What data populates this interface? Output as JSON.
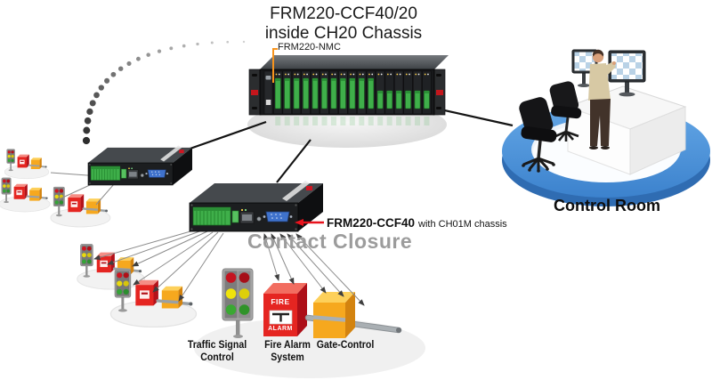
{
  "diagram": {
    "title_line1": "FRM220-CCF40/20",
    "title_line2": "inside CH20 Chassis",
    "nmc_label": "FRM220-NMC",
    "converter_label_bold": "FRM220-CCF40",
    "converter_label_suffix": "with CH01M chassis",
    "contact_closure_label": "Contact Closure",
    "control_room_label": "Control Room",
    "endpoint_labels": {
      "traffic_line1": "Traffic Signal",
      "traffic_line2": "Control",
      "fire_line1": "Fire Alarm",
      "fire_line2": "System",
      "gate": "Gate-Control"
    },
    "fire_alarm_box": {
      "top_text": "FIRE",
      "bottom_text": "ALARM"
    }
  },
  "icons": {
    "rack_chassis": "rack-chassis-icon",
    "management_card": "nmc-card-icon",
    "media_converter": "media-converter-icon",
    "traffic_light": "traffic-light-icon",
    "fire_alarm": "fire-alarm-icon",
    "gate_control": "gate-control-icon",
    "control_room": "control-room-platform-icon",
    "monitor": "monitor-icon",
    "office_chair": "office-chair-icon",
    "operator": "operator-person-icon"
  },
  "colors": {
    "accent_orange_pointer": "#F7941D",
    "pointer_red": "#E8131D",
    "platform_blue": "#4E96DD",
    "fire_red": "#E52521",
    "gate_orange": "#F6A81E",
    "terminal_green": "#3FAF4A",
    "muted_gray_text": "#9C9C9C",
    "line_black": "#141414",
    "contact_line_gray": "#8C8C8C"
  }
}
